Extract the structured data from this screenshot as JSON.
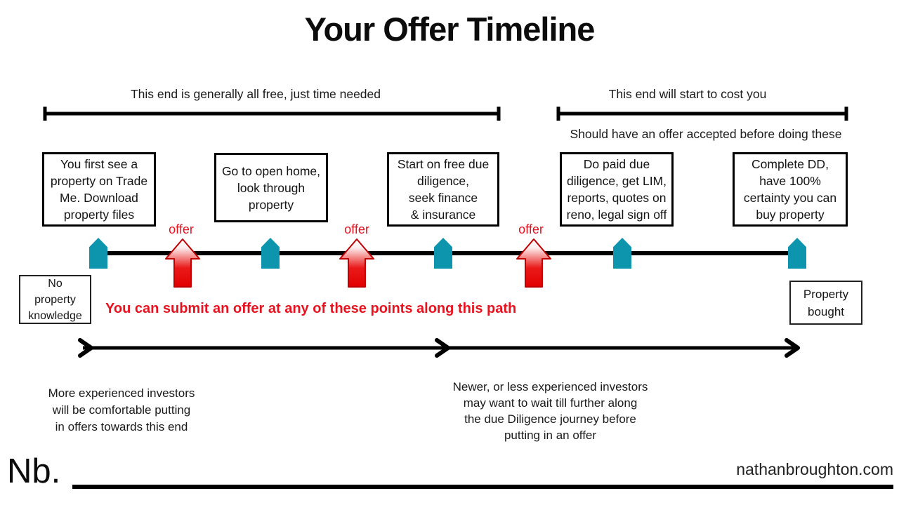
{
  "title": "Your Offer Timeline",
  "annotations": {
    "free_bracket_label": "This end is generally all free, just time needed",
    "cost_bracket_label": "This end will start to cost you",
    "cost_bracket_sublabel": "Should have an offer accepted before doing these",
    "offer_callout": "You can submit an offer at any of these points along this path",
    "note_left": "More experienced investors\nwill be comfortable putting\nin offers towards this end",
    "note_right": "Newer, or less experienced investors\nmay want to wait till further along\nthe due Diligence journey before\nputting in an offer"
  },
  "steps": [
    {
      "label": "You first see a\nproperty on Trade\nMe. Download\nproperty files"
    },
    {
      "label": "Go to open home,\nlook through\nproperty"
    },
    {
      "label": "Start on free due\ndiligence,\nseek finance\n& insurance"
    },
    {
      "label": "Do paid due\ndiligence, get LIM,\nreports, quotes on\nreno, legal sign off"
    },
    {
      "label": "Complete DD,\nhave 100%\ncertainty you can\nbuy property"
    }
  ],
  "offers": {
    "label": "offer"
  },
  "endpoints": {
    "start": "No\nproperty\nknowledge",
    "end": "Property\nbought"
  },
  "footer": {
    "logo": "Nb.",
    "website": "nathanbroughton.com"
  },
  "colors": {
    "milestone_teal": "#0d95ad",
    "offer_red": "#e8121f",
    "arrow_red_dark": "#cc0000",
    "line_black": "#000000"
  }
}
